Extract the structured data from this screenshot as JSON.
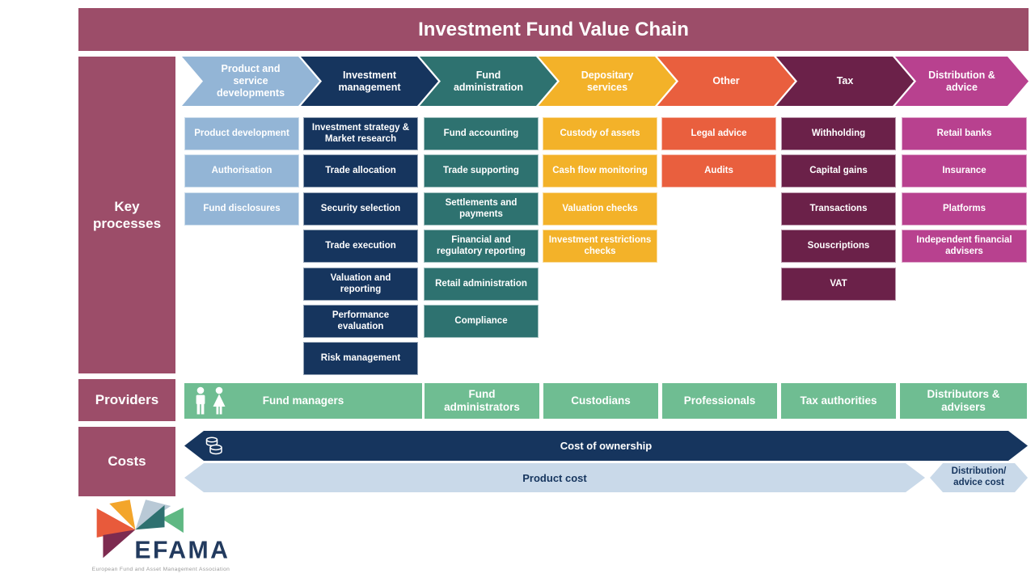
{
  "title": "Investment Fund Value Chain",
  "sidebar": {
    "key_processes": "Key processes",
    "providers": "Providers",
    "costs": "Costs"
  },
  "columns": [
    {
      "header": "Product and service developments",
      "color": "#93B5D6",
      "items": [
        "Product development",
        "Authorisation",
        "Fund disclosures"
      ]
    },
    {
      "header": "Investment management",
      "color": "#16355E",
      "items": [
        "Investment strategy & Market research",
        "Trade allocation",
        "Security selection",
        "Trade execution",
        "Valuation and reporting",
        "Performance evaluation",
        "Risk management"
      ]
    },
    {
      "header": "Fund administration",
      "color": "#2E7270",
      "items": [
        "Fund accounting",
        "Trade supporting",
        "Settlements and payments",
        "Financial and regulatory reporting",
        "Retail administration",
        "Compliance"
      ]
    },
    {
      "header": "Depositary services",
      "color": "#F3B229",
      "items": [
        "Custody of assets",
        "Cash flow monitoring",
        "Valuation checks",
        "Investment restrictions checks"
      ]
    },
    {
      "header": "Other",
      "color": "#E95F3E",
      "items": [
        "Legal advice",
        "Audits"
      ]
    },
    {
      "header": "Tax",
      "color": "#6B2149",
      "items": [
        "Withholding",
        "Capital gains",
        "Transactions",
        "Souscriptions",
        "VAT"
      ]
    },
    {
      "header": "Distribution & advice",
      "color": "#B8418F",
      "items": [
        "Retail banks",
        "Insurance",
        "Platforms",
        "Independent financial advisers"
      ]
    }
  ],
  "providers": {
    "color": "#6FBD92",
    "items": [
      "Fund managers",
      "Fund administrators",
      "Custodians",
      "Professionals",
      "Tax authorities",
      "Distributors & advisers"
    ]
  },
  "costs": {
    "ownership": "Cost of ownership",
    "product": "Product cost",
    "distribution_l1": "Distribution/",
    "distribution_l2": "advice cost"
  },
  "logo": {
    "name": "EFAMA",
    "tagline": "European Fund and Asset Management Association"
  },
  "palette": {
    "banner_maroon": "#9C4D69",
    "cost_navy": "#16355E",
    "cost_light_blue": "#C9D9E9",
    "provider_green": "#6FBD92"
  }
}
